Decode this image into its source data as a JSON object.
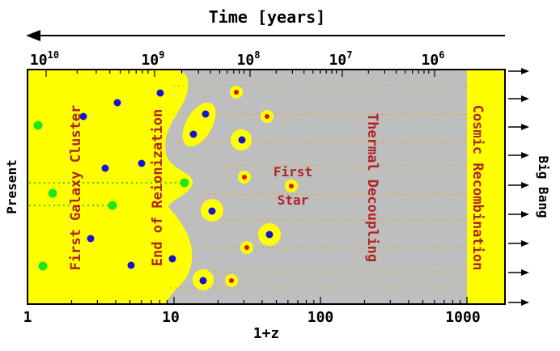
{
  "diagram": {
    "top_axis_title": "Time [years]",
    "time_ticks": [
      {
        "base": "10",
        "exp": "10"
      },
      {
        "base": "10",
        "exp": "9"
      },
      {
        "base": "10",
        "exp": "8"
      },
      {
        "base": "10",
        "exp": "7"
      },
      {
        "base": "10",
        "exp": "6"
      }
    ],
    "bottom_axis_title": "1+z",
    "redshift_ticks": [
      "1",
      "10",
      "100",
      "1000"
    ],
    "left_label": "Present",
    "right_label": "Big Bang",
    "regions": [
      {
        "label": "First Galaxy Cluster"
      },
      {
        "label": "End of Reionization"
      },
      {
        "label": "Thermal Decoupling"
      },
      {
        "label": "Cosmic Recombination"
      }
    ],
    "first_star_lines": [
      "First",
      "Star"
    ],
    "colors": {
      "yellow": "#ffff00",
      "gray": "#bebebe",
      "blue_dot": "#1414d2",
      "green_dot": "#1ee61e",
      "red_dot": "#e01010",
      "label_red": "#b02323",
      "orange_dotted": "#f0a020",
      "green_dotted": "#22c922"
    }
  }
}
